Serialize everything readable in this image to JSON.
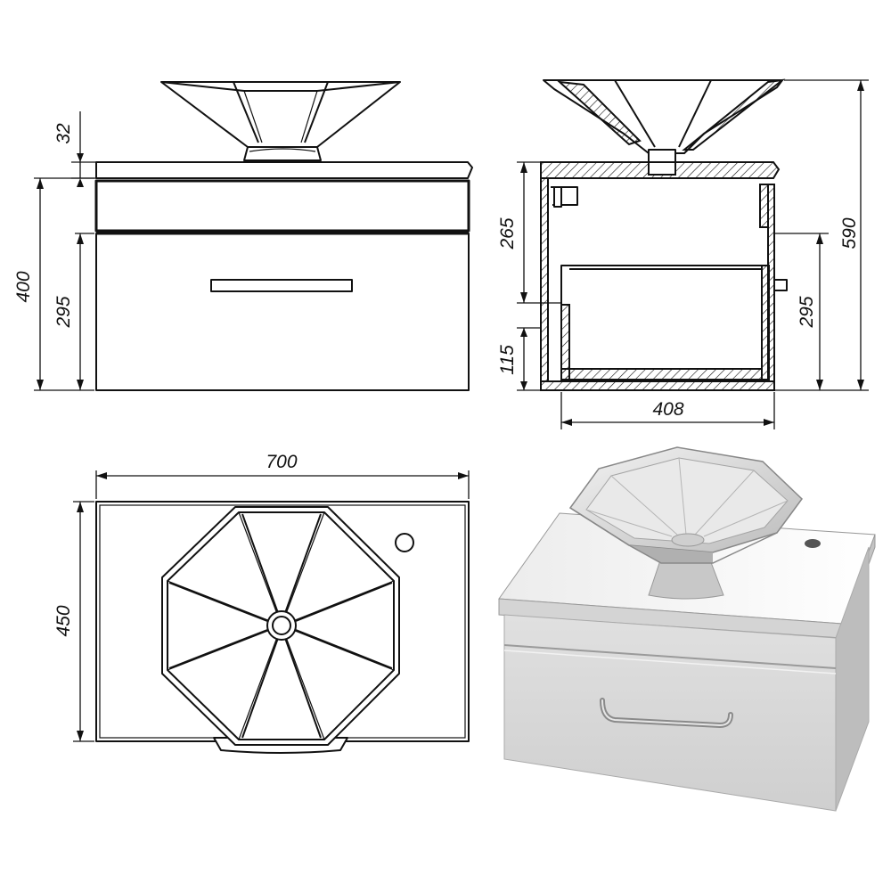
{
  "views": {
    "front": {
      "dimensions": {
        "top_thickness": "32",
        "total_height": "400",
        "drawer_height": "295"
      }
    },
    "side": {
      "dimensions": {
        "upper_height": "265",
        "drawer_height": "295",
        "overall_height": "590",
        "bottom_offset": "115",
        "depth": "408"
      }
    },
    "top": {
      "dimensions": {
        "width": "700",
        "depth": "450"
      }
    },
    "render": {}
  },
  "colors": {
    "line": "#111111",
    "background": "#ffffff",
    "render_body": "#d9d9d9",
    "render_shade": "#bdbdbd"
  }
}
